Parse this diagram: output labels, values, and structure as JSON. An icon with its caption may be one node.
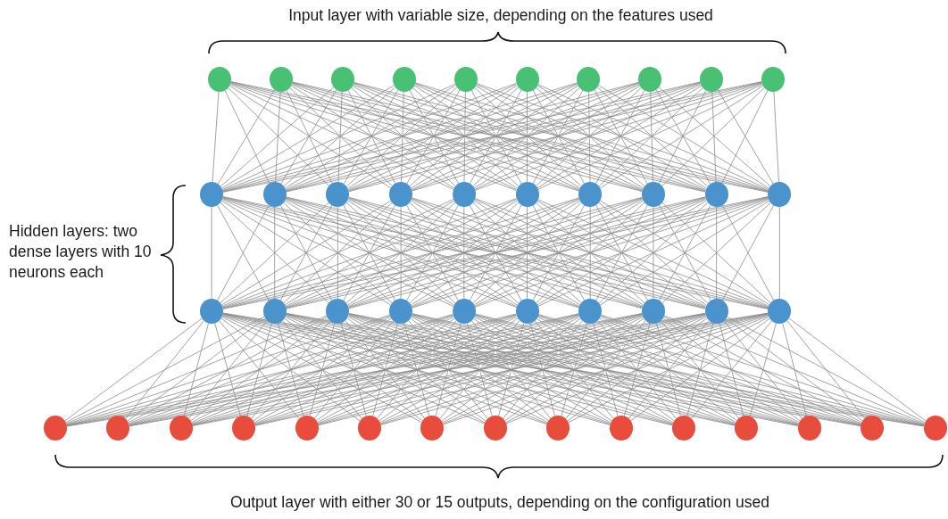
{
  "diagram": {
    "nodes": [
      {
        "text": [],
        "shape": "circle"
      },
      {
        "text": [],
        "shape": "circle"
      },
      {
        "text": [],
        "shape": "circle"
      },
      {
        "text": [],
        "shape": "circle"
      },
      {
        "text": [],
        "shape": "circle"
      },
      {
        "text": [],
        "shape": "circle"
      },
      {
        "text": [],
        "shape": "circle"
      },
      {
        "text": [],
        "shape": "circle"
      },
      {
        "text": [],
        "shape": "circle"
      },
      {
        "text": [],
        "shape": "circle"
      },
      {
        "text": [],
        "shape": "circle"
      },
      {
        "text": [],
        "shape": "circle"
      },
      {
        "text": [],
        "shape": "circle"
      },
      {
        "text": [],
        "shape": "circle"
      },
      {
        "text": [],
        "shape": "circle"
      },
      {
        "text": [],
        "shape": "circle"
      },
      {
        "text": [],
        "shape": "circle"
      },
      {
        "text": [],
        "shape": "circle"
      },
      {
        "text": [],
        "shape": "circle"
      },
      {
        "text": [],
        "shape": "circle"
      },
      {
        "text": [],
        "shape": "circle"
      },
      {
        "text": [],
        "shape": "circle"
      },
      {
        "text": [],
        "shape": "circle"
      },
      {
        "text": [],
        "shape": "circle"
      },
      {
        "text": [],
        "shape": "circle"
      },
      {
        "text": [],
        "shape": "circle"
      },
      {
        "text": [],
        "shape": "circle"
      },
      {
        "text": [],
        "shape": "circle"
      },
      {
        "text": [],
        "shape": "circle"
      },
      {
        "text": [],
        "shape": "circle"
      },
      {
        "text": [],
        "shape": "circle"
      },
      {
        "text": [],
        "shape": "circle"
      },
      {
        "text": [],
        "shape": "circle"
      },
      {
        "text": [],
        "shape": "circle"
      },
      {
        "text": [],
        "shape": "circle"
      },
      {
        "text": [],
        "shape": "circle"
      },
      {
        "text": [],
        "shape": "circle"
      },
      {
        "text": [],
        "shape": "circle"
      },
      {
        "text": [],
        "shape": "circle"
      },
      {
        "text": [],
        "shape": "circle"
      },
      {
        "text": [],
        "shape": "circle"
      },
      {
        "text": [],
        "shape": "circle"
      },
      {
        "text": [],
        "shape": "circle"
      },
      {
        "text": [],
        "shape": "circle"
      },
      {
        "text": [],
        "shape": "circle"
      }
    ],
    "edges": [
      {
        "from": 0,
        "to": 10,
        "arrow": "none"
      },
      {
        "from": 0,
        "to": 11,
        "arrow": "none"
      },
      {
        "from": 0,
        "to": 12,
        "arrow": "none"
      },
      {
        "from": 0,
        "to": 13,
        "arrow": "none"
      },
      {
        "from": 0,
        "to": 14,
        "arrow": "none"
      },
      {
        "from": 0,
        "to": 15,
        "arrow": "none"
      },
      {
        "from": 0,
        "to": 16,
        "arrow": "none"
      },
      {
        "from": 0,
        "to": 17,
        "arrow": "none"
      },
      {
        "from": 0,
        "to": 18,
        "arrow": "none"
      },
      {
        "from": 0,
        "to": 19,
        "arrow": "none"
      },
      {
        "from": 1,
        "to": 10,
        "arrow": "none"
      },
      {
        "from": 1,
        "to": 11,
        "arrow": "none"
      },
      {
        "from": 1,
        "to": 12,
        "arrow": "none"
      },
      {
        "from": 1,
        "to": 13,
        "arrow": "none"
      },
      {
        "from": 1,
        "to": 14,
        "arrow": "none"
      },
      {
        "from": 1,
        "to": 15,
        "arrow": "none"
      },
      {
        "from": 1,
        "to": 16,
        "arrow": "none"
      },
      {
        "from": 1,
        "to": 17,
        "arrow": "none"
      },
      {
        "from": 1,
        "to": 18,
        "arrow": "none"
      },
      {
        "from": 1,
        "to": 19,
        "arrow": "none"
      },
      {
        "from": 2,
        "to": 10,
        "arrow": "none"
      },
      {
        "from": 2,
        "to": 11,
        "arrow": "none"
      },
      {
        "from": 2,
        "to": 12,
        "arrow": "none"
      },
      {
        "from": 2,
        "to": 13,
        "arrow": "none"
      },
      {
        "from": 2,
        "to": 14,
        "arrow": "none"
      },
      {
        "from": 2,
        "to": 15,
        "arrow": "none"
      },
      {
        "from": 2,
        "to": 16,
        "arrow": "none"
      },
      {
        "from": 2,
        "to": 17,
        "arrow": "none"
      },
      {
        "from": 2,
        "to": 18,
        "arrow": "none"
      },
      {
        "from": 2,
        "to": 19,
        "arrow": "none"
      },
      {
        "from": 3,
        "to": 10,
        "arrow": "none"
      },
      {
        "from": 3,
        "to": 11,
        "arrow": "none"
      },
      {
        "from": 3,
        "to": 12,
        "arrow": "none"
      },
      {
        "from": 3,
        "to": 13,
        "arrow": "none"
      },
      {
        "from": 3,
        "to": 14,
        "arrow": "none"
      },
      {
        "from": 3,
        "to": 15,
        "arrow": "none"
      },
      {
        "from": 3,
        "to": 16,
        "arrow": "none"
      },
      {
        "from": 3,
        "to": 17,
        "arrow": "none"
      },
      {
        "from": 3,
        "to": 18,
        "arrow": "none"
      },
      {
        "from": 3,
        "to": 19,
        "arrow": "none"
      },
      {
        "from": 4,
        "to": 10,
        "arrow": "none"
      },
      {
        "from": 4,
        "to": 11,
        "arrow": "none"
      },
      {
        "from": 4,
        "to": 12,
        "arrow": "none"
      },
      {
        "from": 4,
        "to": 13,
        "arrow": "none"
      },
      {
        "from": 4,
        "to": 14,
        "arrow": "none"
      },
      {
        "from": 4,
        "to": 15,
        "arrow": "none"
      },
      {
        "from": 4,
        "to": 16,
        "arrow": "none"
      },
      {
        "from": 4,
        "to": 17,
        "arrow": "none"
      },
      {
        "from": 4,
        "to": 18,
        "arrow": "none"
      },
      {
        "from": 4,
        "to": 19,
        "arrow": "none"
      },
      {
        "from": 5,
        "to": 10,
        "arrow": "none"
      },
      {
        "from": 5,
        "to": 11,
        "arrow": "none"
      },
      {
        "from": 5,
        "to": 12,
        "arrow": "none"
      },
      {
        "from": 5,
        "to": 13,
        "arrow": "none"
      },
      {
        "from": 5,
        "to": 14,
        "arrow": "none"
      },
      {
        "from": 5,
        "to": 15,
        "arrow": "none"
      },
      {
        "from": 5,
        "to": 16,
        "arrow": "none"
      },
      {
        "from": 5,
        "to": 17,
        "arrow": "none"
      },
      {
        "from": 5,
        "to": 18,
        "arrow": "none"
      },
      {
        "from": 5,
        "to": 19,
        "arrow": "none"
      },
      {
        "from": 6,
        "to": 10,
        "arrow": "none"
      },
      {
        "from": 6,
        "to": 11,
        "arrow": "none"
      },
      {
        "from": 6,
        "to": 12,
        "arrow": "none"
      },
      {
        "from": 6,
        "to": 13,
        "arrow": "none"
      },
      {
        "from": 6,
        "to": 14,
        "arrow": "none"
      },
      {
        "from": 6,
        "to": 15,
        "arrow": "none"
      },
      {
        "from": 6,
        "to": 16,
        "arrow": "none"
      },
      {
        "from": 6,
        "to": 17,
        "arrow": "none"
      },
      {
        "from": 6,
        "to": 18,
        "arrow": "none"
      },
      {
        "from": 6,
        "to": 19,
        "arrow": "none"
      },
      {
        "from": 7,
        "to": 10,
        "arrow": "none"
      },
      {
        "from": 7,
        "to": 11,
        "arrow": "none"
      },
      {
        "from": 7,
        "to": 12,
        "arrow": "none"
      },
      {
        "from": 7,
        "to": 13,
        "arrow": "none"
      },
      {
        "from": 7,
        "to": 14,
        "arrow": "none"
      },
      {
        "from": 7,
        "to": 15,
        "arrow": "none"
      },
      {
        "from": 7,
        "to": 16,
        "arrow": "none"
      },
      {
        "from": 7,
        "to": 17,
        "arrow": "none"
      },
      {
        "from": 7,
        "to": 18,
        "arrow": "none"
      },
      {
        "from": 7,
        "to": 19,
        "arrow": "none"
      },
      {
        "from": 8,
        "to": 10,
        "arrow": "none"
      },
      {
        "from": 8,
        "to": 11,
        "arrow": "none"
      },
      {
        "from": 8,
        "to": 12,
        "arrow": "none"
      },
      {
        "from": 8,
        "to": 13,
        "arrow": "none"
      },
      {
        "from": 8,
        "to": 14,
        "arrow": "none"
      },
      {
        "from": 8,
        "to": 15,
        "arrow": "none"
      },
      {
        "from": 8,
        "to": 16,
        "arrow": "none"
      },
      {
        "from": 8,
        "to": 17,
        "arrow": "none"
      },
      {
        "from": 8,
        "to": 18,
        "arrow": "none"
      },
      {
        "from": 8,
        "to": 19,
        "arrow": "none"
      },
      {
        "from": 9,
        "to": 10,
        "arrow": "none"
      },
      {
        "from": 9,
        "to": 11,
        "arrow": "none"
      },
      {
        "from": 9,
        "to": 12,
        "arrow": "none"
      },
      {
        "from": 9,
        "to": 13,
        "arrow": "none"
      },
      {
        "from": 9,
        "to": 14,
        "arrow": "none"
      },
      {
        "from": 9,
        "to": 15,
        "arrow": "none"
      },
      {
        "from": 9,
        "to": 16,
        "arrow": "none"
      },
      {
        "from": 9,
        "to": 17,
        "arrow": "none"
      },
      {
        "from": 9,
        "to": 18,
        "arrow": "none"
      },
      {
        "from": 9,
        "to": 19,
        "arrow": "none"
      },
      {
        "from": 10,
        "to": 20,
        "arrow": "none"
      },
      {
        "from": 10,
        "to": 21,
        "arrow": "none"
      },
      {
        "from": 10,
        "to": 22,
        "arrow": "none"
      },
      {
        "from": 10,
        "to": 23,
        "arrow": "none"
      },
      {
        "from": 10,
        "to": 24,
        "arrow": "none"
      },
      {
        "from": 10,
        "to": 25,
        "arrow": "none"
      },
      {
        "from": 10,
        "to": 26,
        "arrow": "none"
      },
      {
        "from": 10,
        "to": 27,
        "arrow": "none"
      },
      {
        "from": 10,
        "to": 28,
        "arrow": "none"
      },
      {
        "from": 10,
        "to": 29,
        "arrow": "none"
      },
      {
        "from": 11,
        "to": 20,
        "arrow": "none"
      },
      {
        "from": 11,
        "to": 21,
        "arrow": "none"
      },
      {
        "from": 11,
        "to": 22,
        "arrow": "none"
      },
      {
        "from": 11,
        "to": 23,
        "arrow": "none"
      },
      {
        "from": 11,
        "to": 24,
        "arrow": "none"
      },
      {
        "from": 11,
        "to": 25,
        "arrow": "none"
      },
      {
        "from": 11,
        "to": 26,
        "arrow": "none"
      },
      {
        "from": 11,
        "to": 27,
        "arrow": "none"
      },
      {
        "from": 11,
        "to": 28,
        "arrow": "none"
      },
      {
        "from": 11,
        "to": 29,
        "arrow": "none"
      },
      {
        "from": 12,
        "to": 20,
        "arrow": "none"
      },
      {
        "from": 12,
        "to": 21,
        "arrow": "none"
      },
      {
        "from": 12,
        "to": 22,
        "arrow": "none"
      },
      {
        "from": 12,
        "to": 23,
        "arrow": "none"
      },
      {
        "from": 12,
        "to": 24,
        "arrow": "none"
      },
      {
        "from": 12,
        "to": 25,
        "arrow": "none"
      },
      {
        "from": 12,
        "to": 26,
        "arrow": "none"
      },
      {
        "from": 12,
        "to": 27,
        "arrow": "none"
      },
      {
        "from": 12,
        "to": 28,
        "arrow": "none"
      },
      {
        "from": 12,
        "to": 29,
        "arrow": "none"
      },
      {
        "from": 13,
        "to": 20,
        "arrow": "none"
      },
      {
        "from": 13,
        "to": 21,
        "arrow": "none"
      },
      {
        "from": 13,
        "to": 22,
        "arrow": "none"
      },
      {
        "from": 13,
        "to": 23,
        "arrow": "none"
      },
      {
        "from": 13,
        "to": 24,
        "arrow": "none"
      },
      {
        "from": 13,
        "to": 25,
        "arrow": "none"
      },
      {
        "from": 13,
        "to": 26,
        "arrow": "none"
      },
      {
        "from": 13,
        "to": 27,
        "arrow": "none"
      },
      {
        "from": 13,
        "to": 28,
        "arrow": "none"
      },
      {
        "from": 13,
        "to": 29,
        "arrow": "none"
      },
      {
        "from": 14,
        "to": 20,
        "arrow": "none"
      },
      {
        "from": 14,
        "to": 21,
        "arrow": "none"
      },
      {
        "from": 14,
        "to": 22,
        "arrow": "none"
      },
      {
        "from": 14,
        "to": 23,
        "arrow": "none"
      },
      {
        "from": 14,
        "to": 24,
        "arrow": "none"
      },
      {
        "from": 14,
        "to": 25,
        "arrow": "none"
      },
      {
        "from": 14,
        "to": 26,
        "arrow": "none"
      },
      {
        "from": 14,
        "to": 27,
        "arrow": "none"
      },
      {
        "from": 14,
        "to": 28,
        "arrow": "none"
      },
      {
        "from": 14,
        "to": 29,
        "arrow": "none"
      },
      {
        "from": 15,
        "to": 20,
        "arrow": "none"
      },
      {
        "from": 15,
        "to": 21,
        "arrow": "none"
      },
      {
        "from": 15,
        "to": 22,
        "arrow": "none"
      },
      {
        "from": 15,
        "to": 23,
        "arrow": "none"
      },
      {
        "from": 15,
        "to": 24,
        "arrow": "none"
      },
      {
        "from": 15,
        "to": 25,
        "arrow": "none"
      },
      {
        "from": 15,
        "to": 26,
        "arrow": "none"
      },
      {
        "from": 15,
        "to": 27,
        "arrow": "none"
      },
      {
        "from": 15,
        "to": 28,
        "arrow": "none"
      },
      {
        "from": 15,
        "to": 29,
        "arrow": "none"
      },
      {
        "from": 16,
        "to": 20,
        "arrow": "none"
      },
      {
        "from": 16,
        "to": 21,
        "arrow": "none"
      },
      {
        "from": 16,
        "to": 22,
        "arrow": "none"
      },
      {
        "from": 16,
        "to": 23,
        "arrow": "none"
      },
      {
        "from": 16,
        "to": 24,
        "arrow": "none"
      },
      {
        "from": 16,
        "to": 25,
        "arrow": "none"
      },
      {
        "from": 16,
        "to": 26,
        "arrow": "none"
      },
      {
        "from": 16,
        "to": 27,
        "arrow": "none"
      },
      {
        "from": 16,
        "to": 28,
        "arrow": "none"
      },
      {
        "from": 16,
        "to": 29,
        "arrow": "none"
      },
      {
        "from": 17,
        "to": 20,
        "arrow": "none"
      },
      {
        "from": 17,
        "to": 21,
        "arrow": "none"
      },
      {
        "from": 17,
        "to": 22,
        "arrow": "none"
      },
      {
        "from": 17,
        "to": 23,
        "arrow": "none"
      },
      {
        "from": 17,
        "to": 24,
        "arrow": "none"
      },
      {
        "from": 17,
        "to": 25,
        "arrow": "none"
      },
      {
        "from": 17,
        "to": 26,
        "arrow": "none"
      },
      {
        "from": 17,
        "to": 27,
        "arrow": "none"
      },
      {
        "from": 17,
        "to": 28,
        "arrow": "none"
      },
      {
        "from": 17,
        "to": 29,
        "arrow": "none"
      },
      {
        "from": 18,
        "to": 20,
        "arrow": "none"
      },
      {
        "from": 18,
        "to": 21,
        "arrow": "none"
      },
      {
        "from": 18,
        "to": 22,
        "arrow": "none"
      },
      {
        "from": 18,
        "to": 23,
        "arrow": "none"
      },
      {
        "from": 18,
        "to": 24,
        "arrow": "none"
      },
      {
        "from": 18,
        "to": 25,
        "arrow": "none"
      },
      {
        "from": 18,
        "to": 26,
        "arrow": "none"
      },
      {
        "from": 18,
        "to": 27,
        "arrow": "none"
      },
      {
        "from": 18,
        "to": 28,
        "arrow": "none"
      },
      {
        "from": 18,
        "to": 29,
        "arrow": "none"
      },
      {
        "from": 19,
        "to": 20,
        "arrow": "none"
      },
      {
        "from": 19,
        "to": 21,
        "arrow": "none"
      },
      {
        "from": 19,
        "to": 22,
        "arrow": "none"
      },
      {
        "from": 19,
        "to": 23,
        "arrow": "none"
      },
      {
        "from": 19,
        "to": 24,
        "arrow": "none"
      },
      {
        "from": 19,
        "to": 25,
        "arrow": "none"
      },
      {
        "from": 19,
        "to": 26,
        "arrow": "none"
      },
      {
        "from": 19,
        "to": 27,
        "arrow": "none"
      },
      {
        "from": 19,
        "to": 28,
        "arrow": "none"
      },
      {
        "from": 19,
        "to": 29,
        "arrow": "none"
      },
      {
        "from": 20,
        "to": 30,
        "arrow": "none"
      },
      {
        "from": 20,
        "to": 31,
        "arrow": "none"
      },
      {
        "from": 20,
        "to": 32,
        "arrow": "none"
      },
      {
        "from": 20,
        "to": 33,
        "arrow": "none"
      },
      {
        "from": 20,
        "to": 34,
        "arrow": "none"
      },
      {
        "from": 20,
        "to": 35,
        "arrow": "none"
      },
      {
        "from": 20,
        "to": 36,
        "arrow": "none"
      },
      {
        "from": 20,
        "to": 37,
        "arrow": "none"
      },
      {
        "from": 20,
        "to": 38,
        "arrow": "none"
      },
      {
        "from": 20,
        "to": 39,
        "arrow": "none"
      },
      {
        "from": 20,
        "to": 40,
        "arrow": "none"
      },
      {
        "from": 20,
        "to": 41,
        "arrow": "none"
      },
      {
        "from": 20,
        "to": 42,
        "arrow": "none"
      },
      {
        "from": 20,
        "to": 43,
        "arrow": "none"
      },
      {
        "from": 20,
        "to": 44,
        "arrow": "none"
      },
      {
        "from": 21,
        "to": 30,
        "arrow": "none"
      },
      {
        "from": 21,
        "to": 31,
        "arrow": "none"
      },
      {
        "from": 21,
        "to": 32,
        "arrow": "none"
      },
      {
        "from": 21,
        "to": 33,
        "arrow": "none"
      },
      {
        "from": 21,
        "to": 34,
        "arrow": "none"
      },
      {
        "from": 21,
        "to": 35,
        "arrow": "none"
      },
      {
        "from": 21,
        "to": 36,
        "arrow": "none"
      },
      {
        "from": 21,
        "to": 37,
        "arrow": "none"
      },
      {
        "from": 21,
        "to": 38,
        "arrow": "none"
      },
      {
        "from": 21,
        "to": 39,
        "arrow": "none"
      },
      {
        "from": 21,
        "to": 40,
        "arrow": "none"
      },
      {
        "from": 21,
        "to": 41,
        "arrow": "none"
      },
      {
        "from": 21,
        "to": 42,
        "arrow": "none"
      },
      {
        "from": 21,
        "to": 43,
        "arrow": "none"
      },
      {
        "from": 21,
        "to": 44,
        "arrow": "none"
      },
      {
        "from": 22,
        "to": 30,
        "arrow": "none"
      },
      {
        "from": 22,
        "to": 31,
        "arrow": "none"
      },
      {
        "from": 22,
        "to": 32,
        "arrow": "none"
      },
      {
        "from": 22,
        "to": 33,
        "arrow": "none"
      },
      {
        "from": 22,
        "to": 34,
        "arrow": "none"
      },
      {
        "from": 22,
        "to": 35,
        "arrow": "none"
      },
      {
        "from": 22,
        "to": 36,
        "arrow": "none"
      },
      {
        "from": 22,
        "to": 37,
        "arrow": "none"
      },
      {
        "from": 22,
        "to": 38,
        "arrow": "none"
      },
      {
        "from": 22,
        "to": 39,
        "arrow": "none"
      },
      {
        "from": 22,
        "to": 40,
        "arrow": "none"
      },
      {
        "from": 22,
        "to": 41,
        "arrow": "none"
      },
      {
        "from": 22,
        "to": 42,
        "arrow": "none"
      },
      {
        "from": 22,
        "to": 43,
        "arrow": "none"
      },
      {
        "from": 22,
        "to": 44,
        "arrow": "none"
      },
      {
        "from": 23,
        "to": 30,
        "arrow": "none"
      },
      {
        "from": 23,
        "to": 31,
        "arrow": "none"
      },
      {
        "from": 23,
        "to": 32,
        "arrow": "none"
      },
      {
        "from": 23,
        "to": 33,
        "arrow": "none"
      },
      {
        "from": 23,
        "to": 34,
        "arrow": "none"
      },
      {
        "from": 23,
        "to": 35,
        "arrow": "none"
      },
      {
        "from": 23,
        "to": 36,
        "arrow": "none"
      },
      {
        "from": 23,
        "to": 37,
        "arrow": "none"
      },
      {
        "from": 23,
        "to": 38,
        "arrow": "none"
      },
      {
        "from": 23,
        "to": 39,
        "arrow": "none"
      },
      {
        "from": 23,
        "to": 40,
        "arrow": "none"
      },
      {
        "from": 23,
        "to": 41,
        "arrow": "none"
      },
      {
        "from": 23,
        "to": 42,
        "arrow": "none"
      },
      {
        "from": 23,
        "to": 43,
        "arrow": "none"
      },
      {
        "from": 23,
        "to": 44,
        "arrow": "none"
      },
      {
        "from": 24,
        "to": 30,
        "arrow": "none"
      },
      {
        "from": 24,
        "to": 31,
        "arrow": "none"
      },
      {
        "from": 24,
        "to": 32,
        "arrow": "none"
      },
      {
        "from": 24,
        "to": 33,
        "arrow": "none"
      },
      {
        "from": 24,
        "to": 34,
        "arrow": "none"
      },
      {
        "from": 24,
        "to": 35,
        "arrow": "none"
      },
      {
        "from": 24,
        "to": 36,
        "arrow": "none"
      },
      {
        "from": 24,
        "to": 37,
        "arrow": "none"
      },
      {
        "from": 24,
        "to": 38,
        "arrow": "none"
      },
      {
        "from": 24,
        "to": 39,
        "arrow": "none"
      },
      {
        "from": 24,
        "to": 40,
        "arrow": "none"
      },
      {
        "from": 24,
        "to": 41,
        "arrow": "none"
      },
      {
        "from": 24,
        "to": 42,
        "arrow": "none"
      },
      {
        "from": 24,
        "to": 43,
        "arrow": "none"
      },
      {
        "from": 24,
        "to": 44,
        "arrow": "none"
      },
      {
        "from": 25,
        "to": 30,
        "arrow": "none"
      },
      {
        "from": 25,
        "to": 31,
        "arrow": "none"
      },
      {
        "from": 25,
        "to": 32,
        "arrow": "none"
      },
      {
        "from": 25,
        "to": 33,
        "arrow": "none"
      },
      {
        "from": 25,
        "to": 34,
        "arrow": "none"
      },
      {
        "from": 25,
        "to": 35,
        "arrow": "none"
      },
      {
        "from": 25,
        "to": 36,
        "arrow": "none"
      },
      {
        "from": 25,
        "to": 37,
        "arrow": "none"
      },
      {
        "from": 25,
        "to": 38,
        "arrow": "none"
      },
      {
        "from": 25,
        "to": 39,
        "arrow": "none"
      },
      {
        "from": 25,
        "to": 40,
        "arrow": "none"
      },
      {
        "from": 25,
        "to": 41,
        "arrow": "none"
      },
      {
        "from": 25,
        "to": 42,
        "arrow": "none"
      },
      {
        "from": 25,
        "to": 43,
        "arrow": "none"
      },
      {
        "from": 25,
        "to": 44,
        "arrow": "none"
      },
      {
        "from": 26,
        "to": 30,
        "arrow": "none"
      },
      {
        "from": 26,
        "to": 31,
        "arrow": "none"
      },
      {
        "from": 26,
        "to": 32,
        "arrow": "none"
      },
      {
        "from": 26,
        "to": 33,
        "arrow": "none"
      },
      {
        "from": 26,
        "to": 34,
        "arrow": "none"
      },
      {
        "from": 26,
        "to": 35,
        "arrow": "none"
      },
      {
        "from": 26,
        "to": 36,
        "arrow": "none"
      },
      {
        "from": 26,
        "to": 37,
        "arrow": "none"
      },
      {
        "from": 26,
        "to": 38,
        "arrow": "none"
      },
      {
        "from": 26,
        "to": 39,
        "arrow": "none"
      },
      {
        "from": 26,
        "to": 40,
        "arrow": "none"
      },
      {
        "from": 26,
        "to": 41,
        "arrow": "none"
      },
      {
        "from": 26,
        "to": 42,
        "arrow": "none"
      },
      {
        "from": 26,
        "to": 43,
        "arrow": "none"
      },
      {
        "from": 26,
        "to": 44,
        "arrow": "none"
      },
      {
        "from": 27,
        "to": 30,
        "arrow": "none"
      },
      {
        "from": 27,
        "to": 31,
        "arrow": "none"
      },
      {
        "from": 27,
        "to": 32,
        "arrow": "none"
      },
      {
        "from": 27,
        "to": 33,
        "arrow": "none"
      },
      {
        "from": 27,
        "to": 34,
        "arrow": "none"
      },
      {
        "from": 27,
        "to": 35,
        "arrow": "none"
      },
      {
        "from": 27,
        "to": 36,
        "arrow": "none"
      },
      {
        "from": 27,
        "to": 37,
        "arrow": "none"
      },
      {
        "from": 27,
        "to": 38,
        "arrow": "none"
      },
      {
        "from": 27,
        "to": 39,
        "arrow": "none"
      },
      {
        "from": 27,
        "to": 40,
        "arrow": "none"
      },
      {
        "from": 27,
        "to": 41,
        "arrow": "none"
      },
      {
        "from": 27,
        "to": 42,
        "arrow": "none"
      },
      {
        "from": 27,
        "to": 43,
        "arrow": "none"
      },
      {
        "from": 27,
        "to": 44,
        "arrow": "none"
      },
      {
        "from": 28,
        "to": 30,
        "arrow": "none"
      },
      {
        "from": 28,
        "to": 31,
        "arrow": "none"
      },
      {
        "from": 28,
        "to": 32,
        "arrow": "none"
      },
      {
        "from": 28,
        "to": 33,
        "arrow": "none"
      },
      {
        "from": 28,
        "to": 34,
        "arrow": "none"
      },
      {
        "from": 28,
        "to": 35,
        "arrow": "none"
      },
      {
        "from": 28,
        "to": 36,
        "arrow": "none"
      },
      {
        "from": 28,
        "to": 37,
        "arrow": "none"
      },
      {
        "from": 28,
        "to": 38,
        "arrow": "none"
      },
      {
        "from": 28,
        "to": 39,
        "arrow": "none"
      },
      {
        "from": 28,
        "to": 40,
        "arrow": "none"
      },
      {
        "from": 28,
        "to": 41,
        "arrow": "none"
      },
      {
        "from": 28,
        "to": 42,
        "arrow": "none"
      },
      {
        "from": 28,
        "to": 43,
        "arrow": "none"
      },
      {
        "from": 28,
        "to": 44,
        "arrow": "none"
      },
      {
        "from": 29,
        "to": 30,
        "arrow": "none"
      },
      {
        "from": 29,
        "to": 31,
        "arrow": "none"
      },
      {
        "from": 29,
        "to": 32,
        "arrow": "none"
      },
      {
        "from": 29,
        "to": 33,
        "arrow": "none"
      },
      {
        "from": 29,
        "to": 34,
        "arrow": "none"
      },
      {
        "from": 29,
        "to": 35,
        "arrow": "none"
      },
      {
        "from": 29,
        "to": 36,
        "arrow": "none"
      },
      {
        "from": 29,
        "to": 37,
        "arrow": "none"
      },
      {
        "from": 29,
        "to": 38,
        "arrow": "none"
      },
      {
        "from": 29,
        "to": 39,
        "arrow": "none"
      },
      {
        "from": 29,
        "to": 40,
        "arrow": "none"
      },
      {
        "from": 29,
        "to": 41,
        "arrow": "none"
      },
      {
        "from": 29,
        "to": 42,
        "arrow": "none"
      },
      {
        "from": 29,
        "to": 43,
        "arrow": "none"
      },
      {
        "from": 29,
        "to": 44,
        "arrow": "none"
      }
    ],
    "labels": [
      "Input layer with variable size, depending on the features used",
      "Hidden layers: two dense layers with 10 neurons each",
      "Output layer with either 30 or 15 outputs, depending on the configuration used"
    ]
  }
}
